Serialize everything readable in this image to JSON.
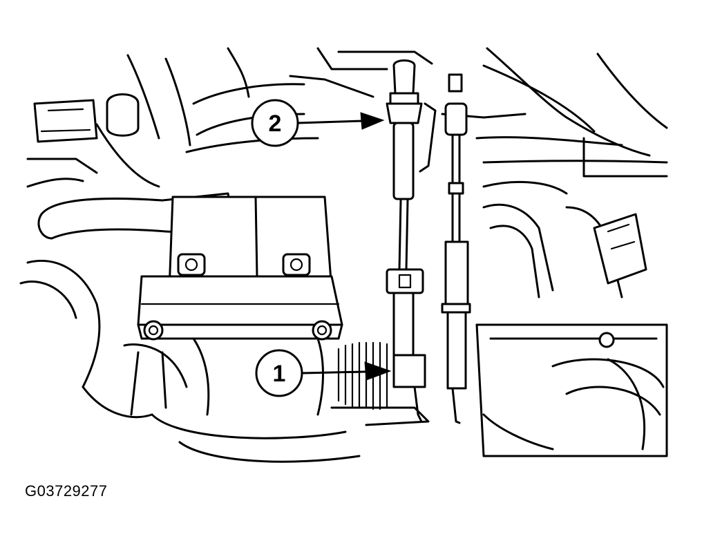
{
  "figure_id": "G03729277",
  "callouts": [
    {
      "label": "2"
    },
    {
      "label": "1"
    }
  ],
  "colors": {
    "ink": "#000000",
    "paper": "#ffffff"
  }
}
